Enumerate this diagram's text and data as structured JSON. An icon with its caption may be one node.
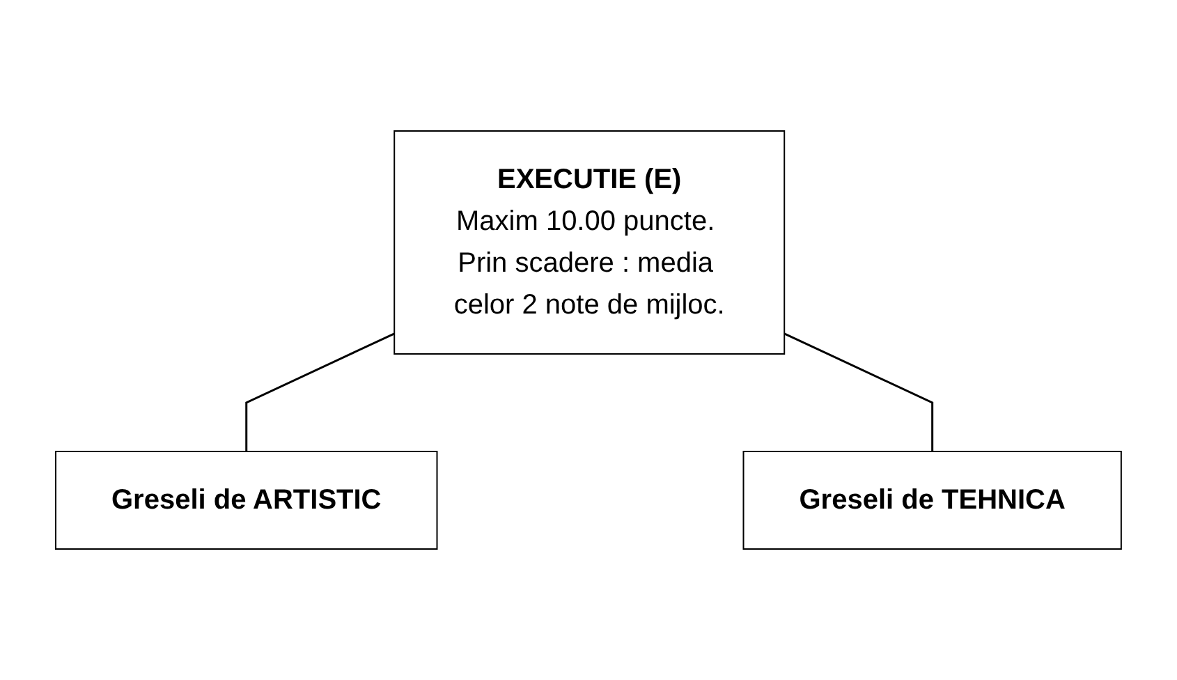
{
  "diagram": {
    "nodes": [
      {
        "text": [
          "EXECUTIE (E)",
          "Maxim 10.00 puncte. Prin scadere : media celor 2 note de mijloc."
        ]
      },
      {
        "text": [
          "Greseli de ARTISTIC"
        ]
      },
      {
        "text": [
          "Greseli de TEHNICA"
        ]
      }
    ],
    "edges": [
      {
        "from": 0,
        "to": 1,
        "arrow": "none"
      },
      {
        "from": 0,
        "to": 2,
        "arrow": "none"
      }
    ]
  }
}
